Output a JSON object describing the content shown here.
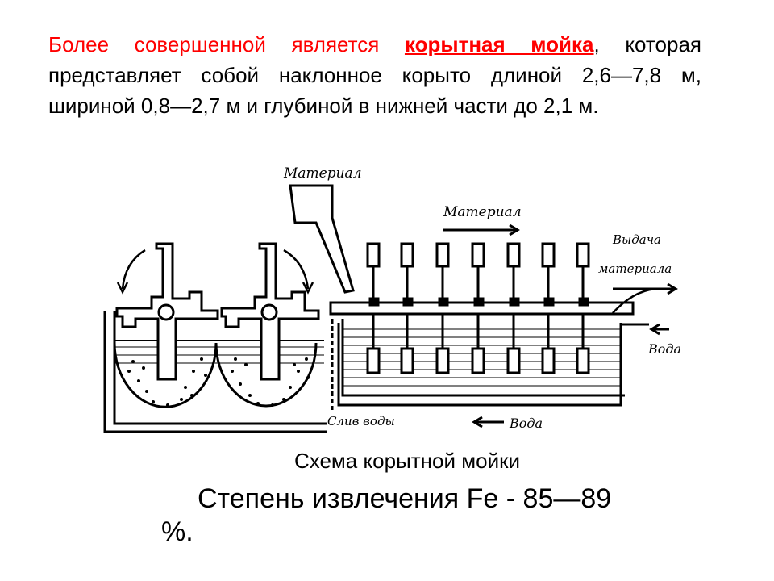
{
  "intro": {
    "part1": "Более совершенной является ",
    "highlight": "корытная мойка",
    "part2": ", которая представляет собой наклонное корыто длиной 2,6—7,8 м, шириной 0,8—2,7 м и глубиной в нижней части до 2,1 м."
  },
  "diagram": {
    "labels": {
      "material_top": "Материал",
      "material_arrow": "Материал",
      "output_line1": "Выдача",
      "output_line2": "материала",
      "water_in": "Вода",
      "drain": "Слив воды",
      "water_flow": "Вода"
    }
  },
  "caption": "Схема корытной мойки",
  "extraction": {
    "line1": "Степень извлечения Fe - 85—89",
    "line2": "%."
  },
  "colors": {
    "accent": "#ff0000",
    "text": "#000000"
  }
}
